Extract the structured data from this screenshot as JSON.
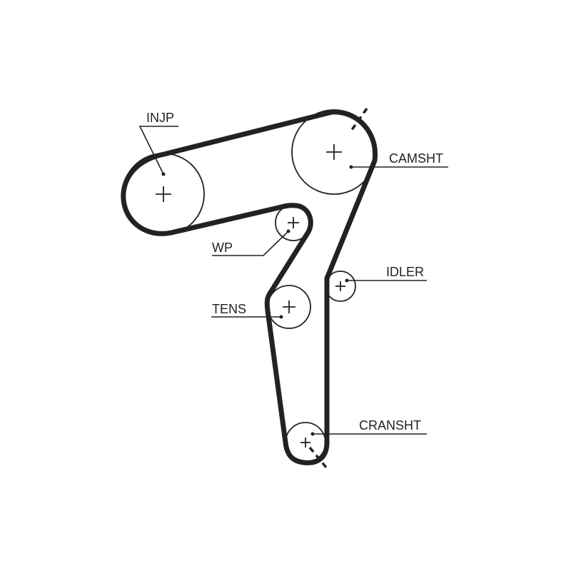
{
  "labels": {
    "injp": "INJP",
    "camsht": "CAMSHT",
    "wp": "WP",
    "idler": "IDLER",
    "tens": "TENS",
    "cranksht": "CRANSHT"
  },
  "colors": {
    "line": "#222222",
    "background": "#ffffff"
  }
}
